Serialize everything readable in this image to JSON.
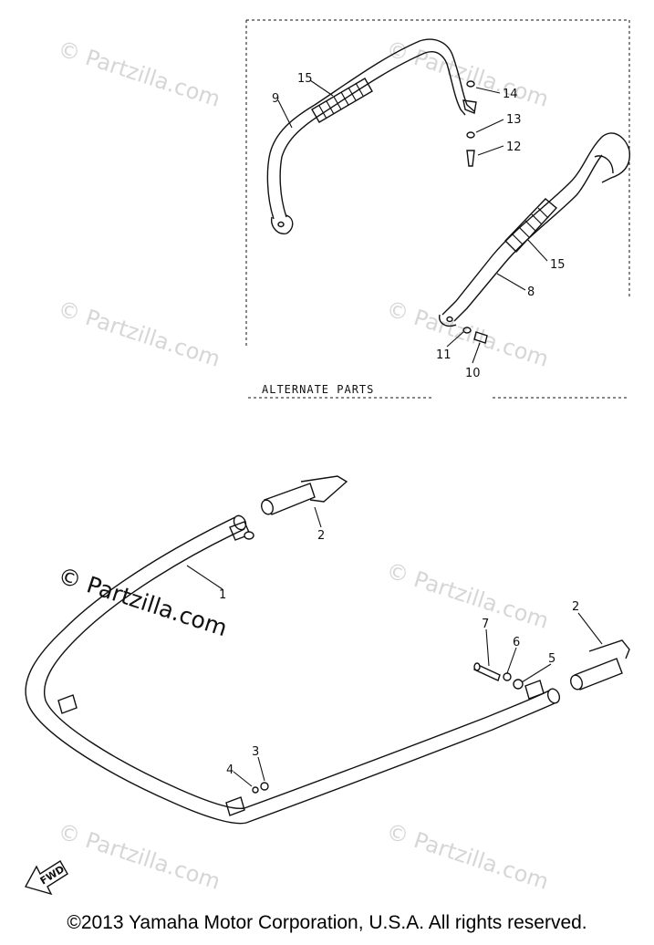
{
  "watermark": {
    "text": "© Partzilla.com",
    "color": "#d6d6d6",
    "dark_color": "#111111"
  },
  "alternate_parts_label": "ALTERNATE PARTS",
  "fwd_label": "FWD",
  "copyright": "©2013 Yamaha Motor Corporation, U.S.A. All rights reserved.",
  "callouts": [
    "15",
    "9",
    "14",
    "13",
    "12",
    "15",
    "8",
    "11",
    "10",
    "2",
    "1",
    "7",
    "6",
    "5",
    "2",
    "3",
    "4"
  ]
}
